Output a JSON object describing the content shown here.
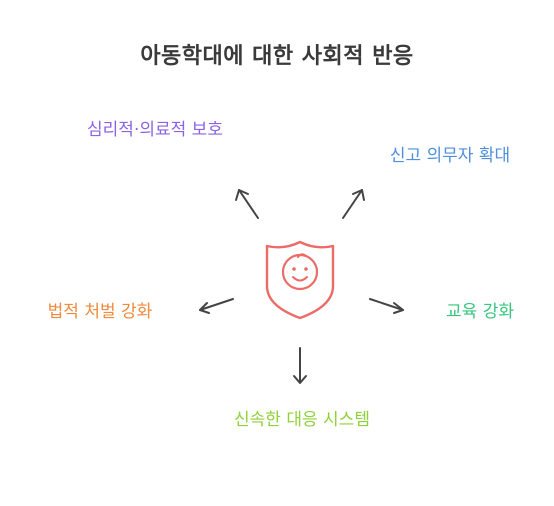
{
  "title": "아동학대에 대한 사회적 반응",
  "center_icon": {
    "icon": "child-face-shield-icon",
    "color": "#ec6b66"
  },
  "branches": {
    "psych": {
      "label": "심리적·의료적 보호",
      "color": "#8a63e6"
    },
    "report": {
      "label": "신고 의무자 확대",
      "color": "#4f8fdc"
    },
    "legal": {
      "label": "법적 처벌 강화",
      "color": "#f08a3c"
    },
    "edu": {
      "label": "교육 강화",
      "color": "#36c67e"
    },
    "system": {
      "label": "신속한 대응 시스템",
      "color": "#8fd13a"
    }
  }
}
